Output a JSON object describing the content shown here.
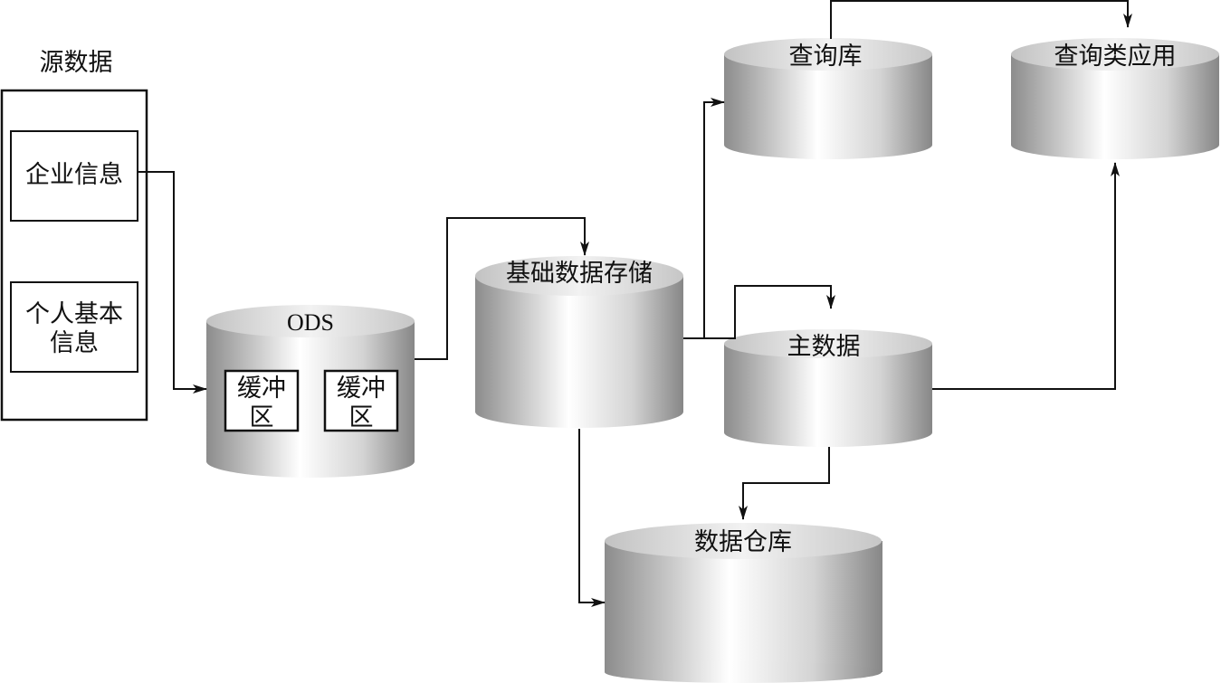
{
  "source": {
    "title": "源数据",
    "items": [
      "企业信息",
      [
        "个人基本",
        "信息"
      ]
    ]
  },
  "ods": {
    "label": "ODS",
    "buffers": [
      [
        "缓冲",
        "区"
      ],
      [
        "缓冲",
        "区"
      ]
    ]
  },
  "stores": {
    "basic": "基础数据存储",
    "query_db": "查询库",
    "query_app": "查询类应用",
    "master": "主数据",
    "warehouse": "数据仓库"
  },
  "colors": {
    "line": "#111111",
    "cyl_light": "#ffffff",
    "cyl_mid": "#d9d9d9",
    "cyl_dark": "#8a8a8a",
    "cyl_top": "#e6e6e6"
  }
}
